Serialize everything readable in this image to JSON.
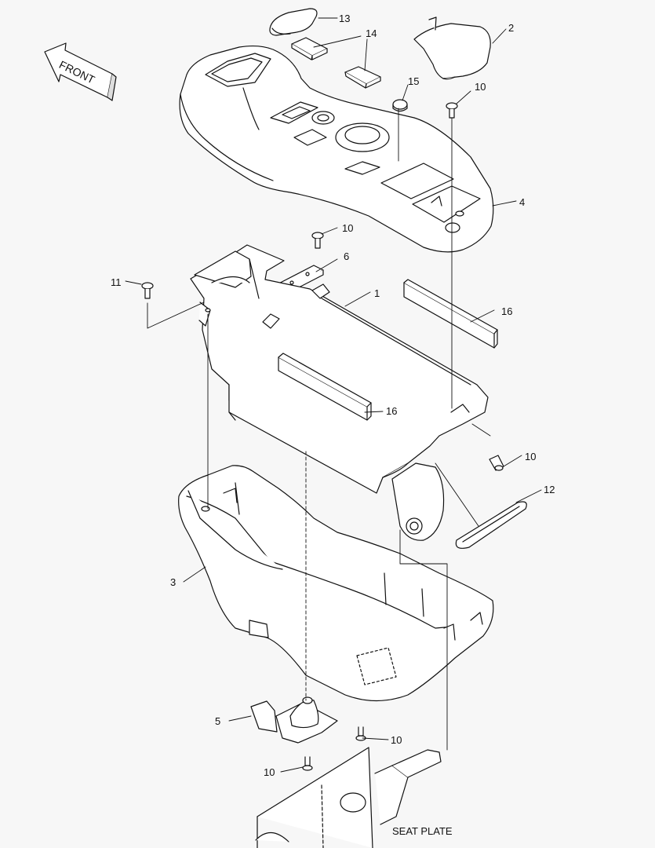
{
  "diagram": {
    "front_label": "FRONT",
    "seat_plate_label": "SEAT PLATE",
    "callouts": {
      "c1": "1",
      "c2": "2",
      "c3": "3",
      "c4": "4",
      "c5": "5",
      "c6": "6",
      "c10a": "10",
      "c10b": "10",
      "c10c": "10",
      "c10d": "10",
      "c10e": "10",
      "c11": "11",
      "c12": "12",
      "c13": "13",
      "c14": "14",
      "c15": "15",
      "c16a": "16",
      "c16b": "16"
    }
  }
}
